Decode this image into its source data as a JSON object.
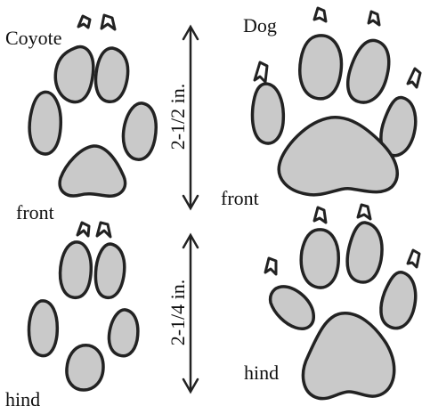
{
  "labels": {
    "coyote": "Coyote",
    "dog": "Dog",
    "coyote_front": "front",
    "dog_front": "front",
    "coyote_hind": "hind",
    "dog_hind": "hind"
  },
  "measurements": {
    "front_length": "2-1/2 in.",
    "hind_length": "2-1/4 in."
  },
  "colors": {
    "pad_fill": "#c9c9c9",
    "outline": "#222222"
  }
}
